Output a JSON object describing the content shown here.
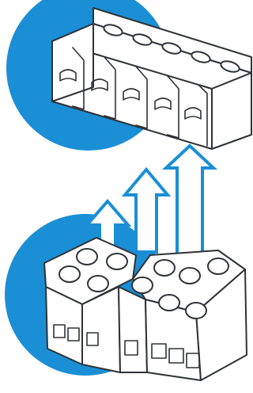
{
  "colors": {
    "accent": "#1a8fd6",
    "outline": "#2f3236",
    "background": "#ffffff"
  },
  "scene": {
    "top_item": "female-terminal-block-plug",
    "bottom_item": "male-terminal-block-header",
    "arrows": [
      "arrow-up",
      "arrow-up",
      "arrow-up"
    ]
  }
}
